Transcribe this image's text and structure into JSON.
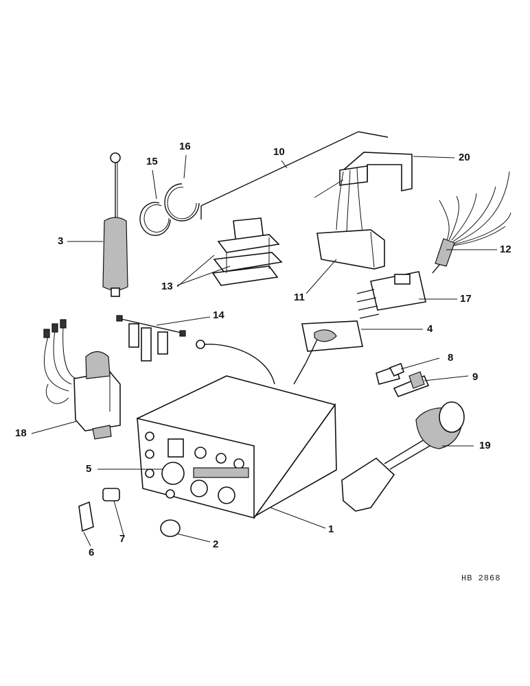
{
  "callouts": {
    "p1": "1",
    "p2": "2",
    "p3": "3",
    "p4": "4",
    "p5": "5",
    "p6": "6",
    "p7": "7",
    "p8": "8",
    "p9": "9",
    "p10": "10",
    "p11": "11",
    "p12": "12",
    "p13": "13",
    "p14": "14",
    "p15": "15",
    "p16": "16",
    "p17": "17",
    "p18": "18",
    "p19": "19",
    "p20": "20"
  },
  "reference_code": "HB 2868"
}
